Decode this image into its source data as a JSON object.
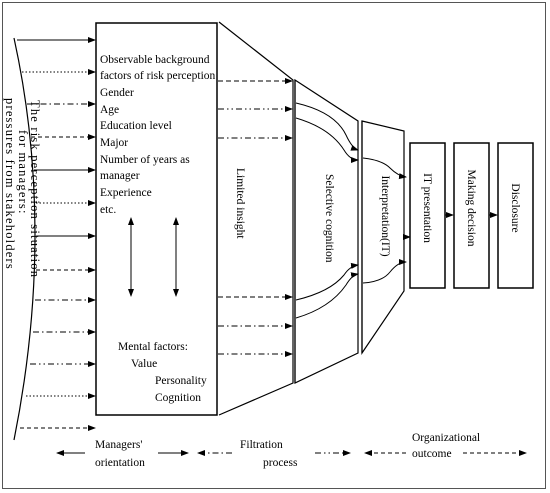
{
  "left_label_line1": "The risk perception situation",
  "left_label_line2": "for managers:",
  "left_label_line3": "pressures from stakeholders",
  "box_lines": [
    "Observable background",
    "factors of risk perception",
    "Gender",
    "Age",
    "Education level",
    "Major",
    "Number of years as",
    "manager",
    "Experience",
    "etc."
  ],
  "mental_title": "Mental factors:",
  "mental_items": [
    "Value",
    "Personality",
    "Cognition"
  ],
  "funnel1_label": "Limited insight",
  "funnel2_label": "Selective cognition",
  "funnel3_label": "Interpretation(IT)",
  "box_it": "IT presentation",
  "box_decision": "Making decision",
  "box_disclosure": "Disclosure",
  "legend": {
    "managers_line1": "Managers'",
    "managers_line2": "orientation",
    "filtration_line1": "Filtration",
    "filtration_line2": "process",
    "org_line1": "Organizational",
    "org_line2": "outcome"
  }
}
